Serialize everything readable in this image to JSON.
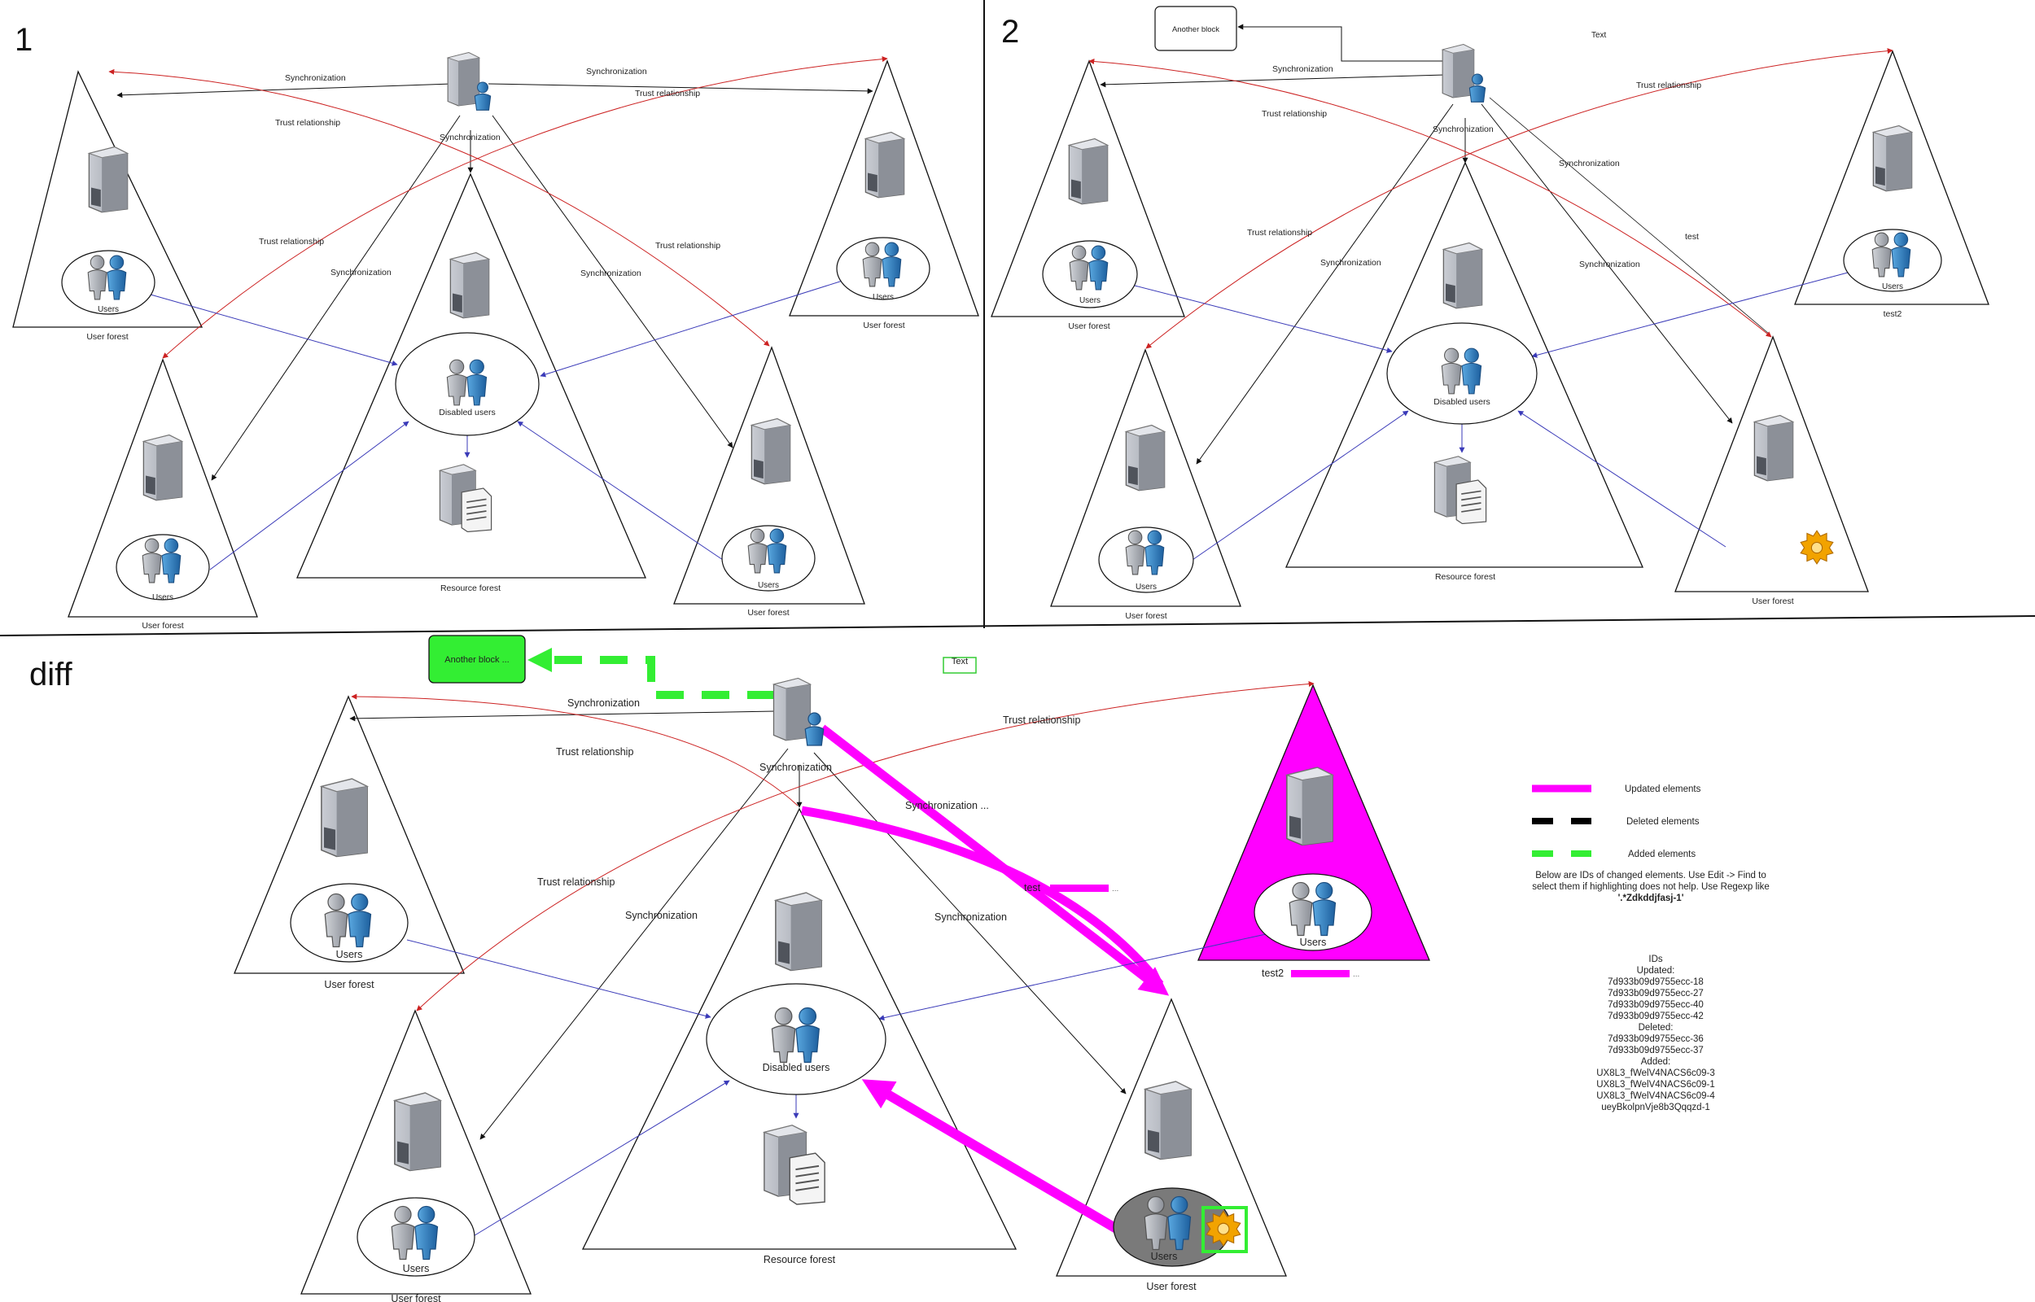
{
  "panels": {
    "p1": {
      "number": "1",
      "labels": {
        "sync_top_left": "Synchronization",
        "sync_top_right": "Synchronization",
        "trust_right": "Trust relationship",
        "trust_left": "Trust relationship",
        "sync_center": "Synchronization",
        "trust_mid_left": "Trust relationship",
        "trust_mid_right": "Trust relationship",
        "sync_left": "Synchronization",
        "sync_right": "Synchronization"
      },
      "forests": {
        "user_forest_tl": "User forest",
        "user_forest_tr": "User forest",
        "user_forest_bl": "User forest",
        "user_forest_br": "User forest",
        "resource_forest": "Resource forest"
      },
      "users": "Users",
      "disabled_users": "Disabled users"
    },
    "p2": {
      "number": "2",
      "another_block": "Another block",
      "text_label": "Text",
      "labels": {
        "sync_top": "Synchronization",
        "trust_right": "Trust relationship",
        "trust_left": "Trust relationship",
        "sync_center": "Synchronization",
        "sync_right": "Synchronization",
        "trust_mid_left": "Trust relationship",
        "sync_left": "Synchronization",
        "sync_mid_right": "Synchronization",
        "test": "test"
      },
      "forests": {
        "user_forest_tl": "User forest",
        "test2": "test2",
        "user_forest_bl": "User forest",
        "user_forest_br": "User forest",
        "resource_forest": "Resource forest"
      },
      "users": "Users",
      "disabled_users": "Disabled users"
    },
    "diff": {
      "title": "diff",
      "another_block": "Another block ...",
      "text_label": "Text",
      "labels": {
        "sync_top": "Synchronization",
        "trust_right": "Trust relationship",
        "trust_left": "Trust relationship",
        "sync_center": "Synchronization",
        "sync_right": "Synchronization ...",
        "trust_mid_left": "Trust relationship",
        "sync_left": "Synchronization",
        "sync_mid_right": "Synchronization",
        "test": "test",
        "test_ellipsis": "...",
        "test2_ellipsis": "..."
      },
      "forests": {
        "user_forest_tl": "User forest",
        "test2": "test2",
        "user_forest_bl": "User forest",
        "user_forest_br": "User forest",
        "resource_forest": "Resource forest"
      },
      "users": "Users",
      "disabled_users": "Disabled users"
    }
  },
  "legend": {
    "updated": "Updated elements",
    "deleted": "Deleted elements",
    "added": "Added elements",
    "note_line1": "Below are IDs of changed elements. Use Edit -> Find to",
    "note_line2": "select them if highlighting does not help. Use Regexp like",
    "note_line3": "'.*Zdkddjfasj-1'"
  },
  "ids": {
    "heading": "IDs",
    "updated_label": "Updated:",
    "updated": [
      "7d933b09d9755ecc-18",
      "7d933b09d9755ecc-27",
      "7d933b09d9755ecc-40",
      "7d933b09d9755ecc-42"
    ],
    "deleted_label": "Deleted:",
    "deleted": [
      "7d933b09d9755ecc-36",
      "7d933b09d9755ecc-37"
    ],
    "added_label": "Added:",
    "added": [
      "UX8L3_fWelV4NACS6c09-3",
      "UX8L3_fWelV4NACS6c09-1",
      "UX8L3_fWelV4NACS6c09-4",
      "ueyBkolpnVje8b3Qqqzd-1"
    ]
  },
  "colors": {
    "updated": "#ff00ff",
    "deleted": "#000000",
    "added": "#33ee33",
    "trust": "#cc2222",
    "sync": "#111111",
    "link": "#3a3ab8"
  },
  "icons": [
    "server-icon",
    "users-icon",
    "document-server-icon",
    "gear-icon"
  ]
}
